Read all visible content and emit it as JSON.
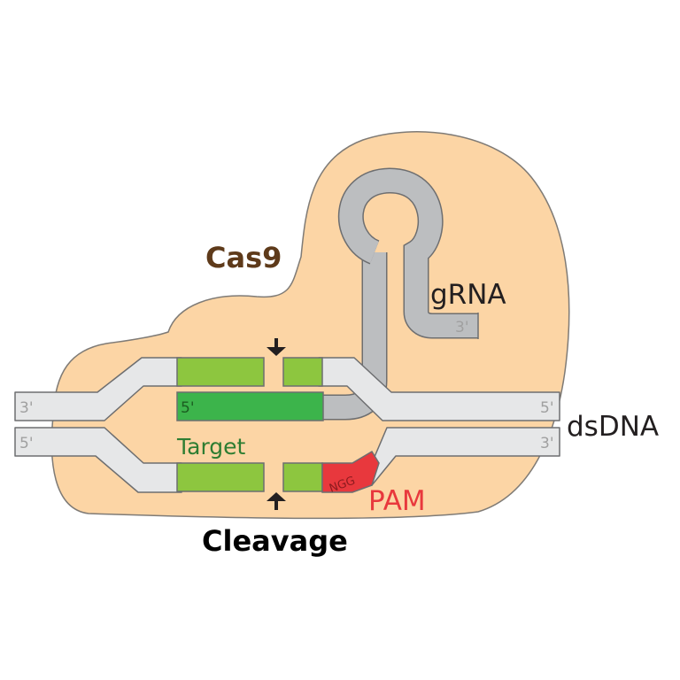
{
  "labels": {
    "protein": "Cas9",
    "guide": "gRNA",
    "dna": "dsDNA",
    "target": "Target",
    "pam": "PAM",
    "pam_sequence": "NGG",
    "cleavage": "Cleavage"
  },
  "strand_ends": {
    "top_left": "3'",
    "top_right": "5'",
    "bottom_left": "5'",
    "bottom_right": "3'",
    "guide_start": "5'",
    "guide_end": "3'"
  },
  "colors": {
    "cas9_fill": "#fcd5a5",
    "cas9_label": "#5e3a1a",
    "dna_strand": "#e6e7e8",
    "rna": "#bcbec0",
    "target_green": "#8dc63f",
    "guide_green": "#3cb44b",
    "target_label": "#2e7d32",
    "pam_red": "#e8383d"
  }
}
